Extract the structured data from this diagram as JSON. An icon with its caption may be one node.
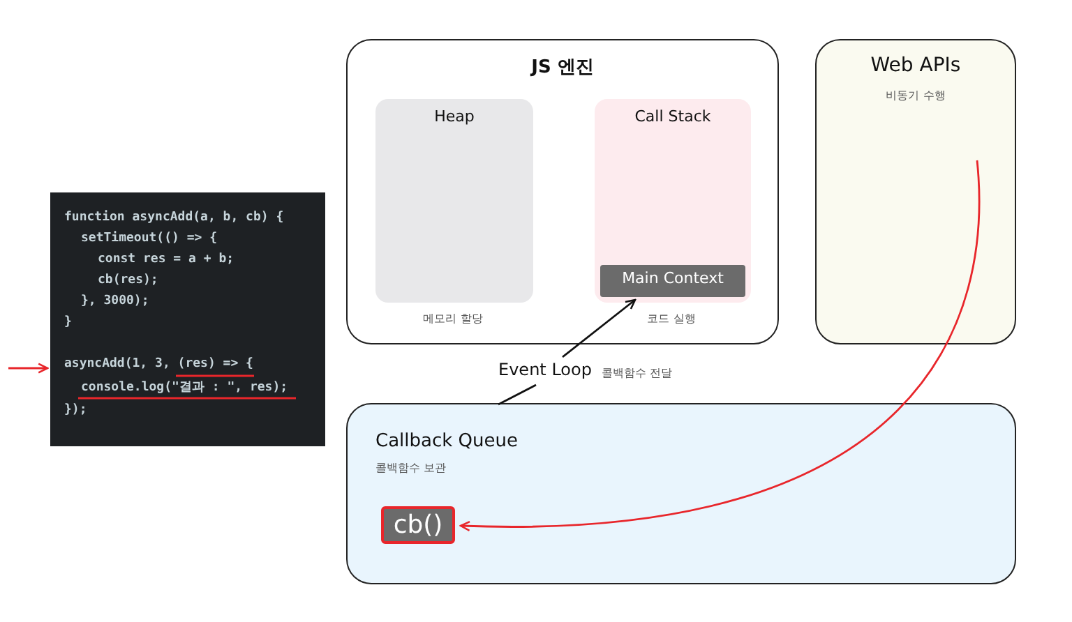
{
  "diagram": {
    "nodes": [
      {
        "text": [
          "function asyncAdd(a, b, cb) {",
          "setTimeout(() => {",
          "const res = a + b;",
          "cb(res);",
          "}, 3000);",
          "}",
          "asyncAdd(1, 3, (res) => {",
          "console.log(\"결과 : \", res);",
          "});"
        ]
      },
      {
        "text": [
          "JS 엔진"
        ]
      },
      {
        "text": [
          "Heap"
        ],
        "beside": [
          "메모리 할당"
        ],
        "in": 1
      },
      {
        "text": [
          "Call Stack"
        ],
        "beside": [
          "코드 실행"
        ],
        "in": 1
      },
      {
        "text": [
          "Main Context"
        ],
        "in": 3
      },
      {
        "text": [
          "Web APIs",
          "비동기 수행"
        ]
      },
      {
        "text": [
          "Callback Queue",
          "콜백함수 보관"
        ]
      },
      {
        "text": [
          "cb()"
        ],
        "in": 6
      },
      {
        "text": [
          "Event Loop"
        ],
        "beside": [
          "콜백함수 전달"
        ]
      }
    ],
    "edges": [
      {
        "from": null,
        "to": 0,
        "arrow": "to",
        "color": "#e8262b"
      },
      {
        "from": 6,
        "to": 8,
        "arrow": "none",
        "color": "#111111"
      },
      {
        "from": 8,
        "to": 4,
        "arrow": "to",
        "color": "#111111"
      },
      {
        "from": 5,
        "to": 7,
        "arrow": "to",
        "color": "#e8262b"
      }
    ]
  }
}
